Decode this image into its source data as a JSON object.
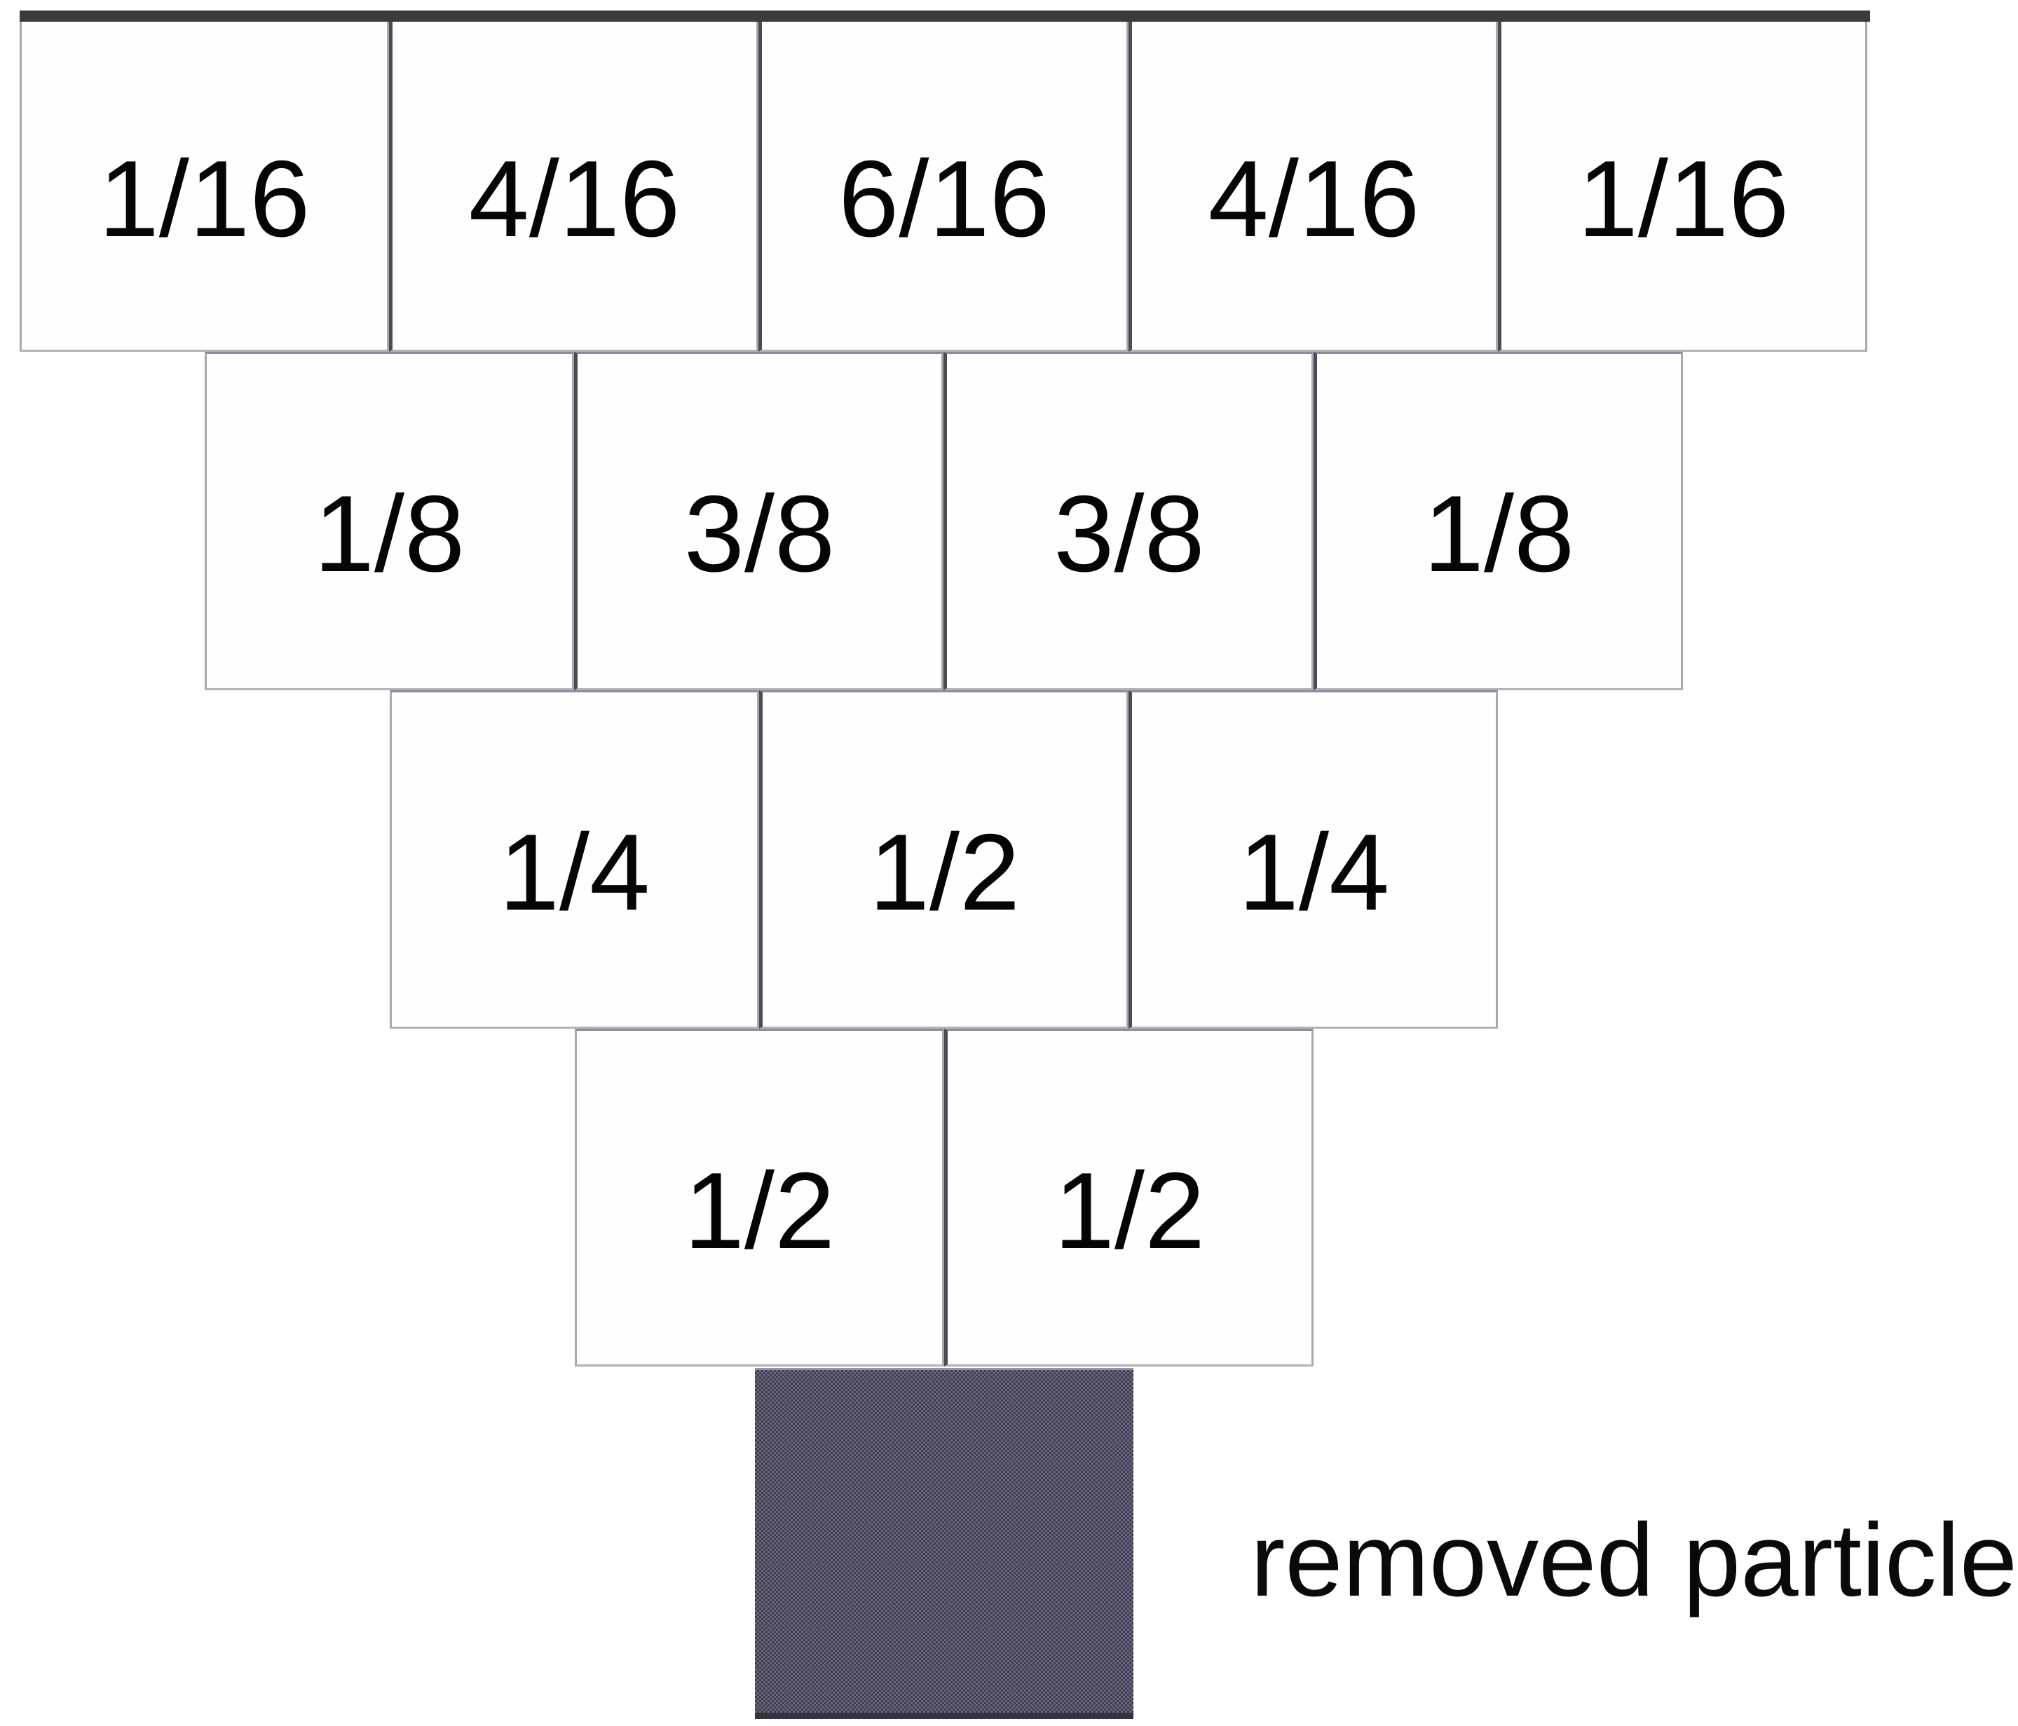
{
  "figure": {
    "rows": [
      {
        "cells": [
          "1/16",
          "4/16",
          "6/16",
          "4/16",
          "1/16"
        ]
      },
      {
        "cells": [
          "1/8",
          "3/8",
          "3/8",
          "1/8"
        ]
      },
      {
        "cells": [
          "1/4",
          "1/2",
          "1/4"
        ]
      },
      {
        "cells": [
          "1/2",
          "1/2"
        ]
      }
    ],
    "removed_particle_label": "removed particle"
  },
  "colors": {
    "background": "#ffffff",
    "ceiling_bar": "#3b3b3b",
    "cell_fill": "#fefefe",
    "cell_border_outer": "#a8a8b0",
    "cell_border_horizontal": "#8c8c9e",
    "cell_divider": "#4b4b54",
    "removed_square_average": "#565270",
    "removed_square_checker_light": "#6b6884",
    "removed_square_checker_dark": "#3f3c4e",
    "text": "#0a0a0a"
  }
}
